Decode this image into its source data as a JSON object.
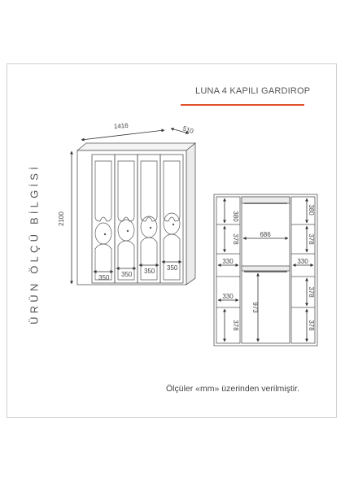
{
  "header": {
    "title": "LUNA 4 KAPILI GARDIROP",
    "accent_color": "#e0522b"
  },
  "side_title": "ÜRÜN ÖLÇÜ BİLGİSİ",
  "footer_note": "Ölçüler «mm» üzerinden verilmiştir.",
  "front_view": {
    "width": "1416",
    "depth": "510",
    "height": "2100",
    "door_widths": [
      "350",
      "350",
      "350",
      "350"
    ]
  },
  "interior_view": {
    "left_top_shelf": "380",
    "left_mid_shelf": "378",
    "left_width": "330",
    "left_lower_width": "330",
    "left_bottom_shelf": "378",
    "middle_width": "686",
    "middle_hanging": "973",
    "right_top_shelf": "380",
    "right_mid_shelf": "378",
    "right_width": "330",
    "right_lower_shelf": "378",
    "right_bottom_shelf": "378"
  }
}
